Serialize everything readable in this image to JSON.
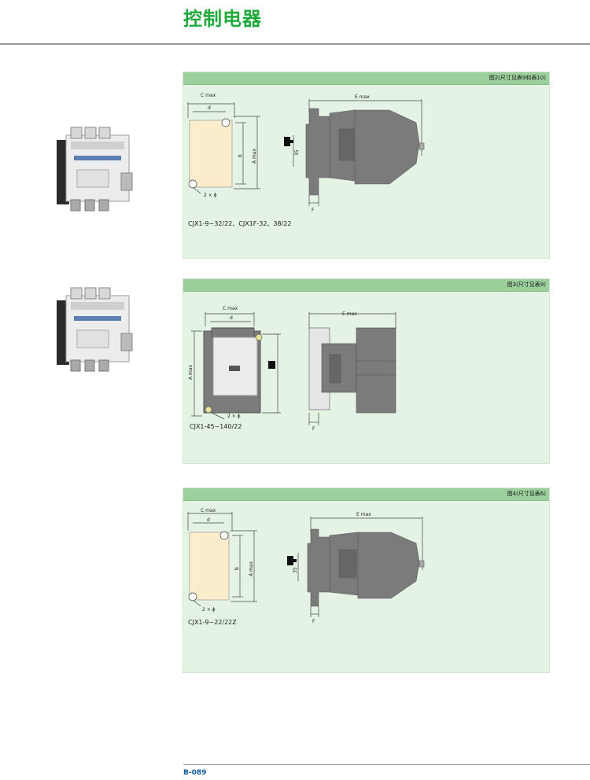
{
  "header": {
    "title": "控制电器"
  },
  "figures": [
    {
      "caption": "图2(尺寸见表9和表10)",
      "model": "CJX1-9~32/22、CJX1F-32、38/22",
      "dims": {
        "c": "C max",
        "d": "d",
        "b": "b",
        "a": "A max",
        "hole": "2 × ϕ",
        "e": "E max",
        "h35": "35",
        "f": "F"
      }
    },
    {
      "caption": "图3(尺寸见表9)",
      "model": "CJX1-45~140/22",
      "dims": {
        "c": "C max",
        "d": "d",
        "a": "A max",
        "hole": "2 × ϕ",
        "e": "E max",
        "f": "F"
      }
    },
    {
      "caption": "图4(尺寸见表6)",
      "model": "CJX1-9~22/22Z",
      "dims": {
        "c": "C max",
        "d": "d",
        "b": "b",
        "a": "A max",
        "hole": "2 × ϕ",
        "e": "E max",
        "h35": "35",
        "f": "F"
      }
    }
  ],
  "footer": {
    "page": "B-089"
  }
}
